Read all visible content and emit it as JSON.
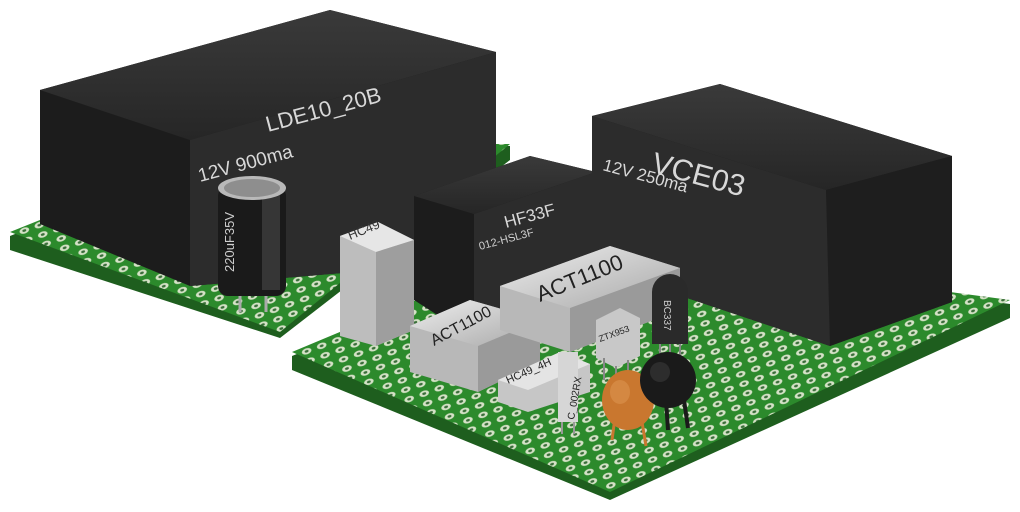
{
  "scene": {
    "colors": {
      "pcb": "#2c8a2c",
      "pcb_edge": "#1e5e1e",
      "relay_body": "#2a2a2a",
      "crystal": "#c8c8c8",
      "cap_orange": "#c9772f",
      "cap_black": "#1a1a1a"
    },
    "components": {
      "relay_left": {
        "line1": "LDE10_20B",
        "line2": "12V 900ma"
      },
      "relay_right": {
        "line1": "VCE03",
        "line2": "12V 250ma"
      },
      "relay_mid": {
        "line1": "HF33F",
        "line2": "012-HSL3F"
      },
      "electrolytic_cap": {
        "label": "220uF35V"
      },
      "crystal_tall": {
        "label": "HC49"
      },
      "oscillator_small": {
        "label": "ACT1100"
      },
      "oscillator_large": {
        "label": "ACT1100"
      },
      "crystal_short": {
        "label": "HC49_4H"
      },
      "capacitor_small": {
        "label": "C_002RX"
      },
      "transistor_a": {
        "label": "ZTX953"
      },
      "transistor_b": {
        "label": "BC337"
      }
    }
  }
}
